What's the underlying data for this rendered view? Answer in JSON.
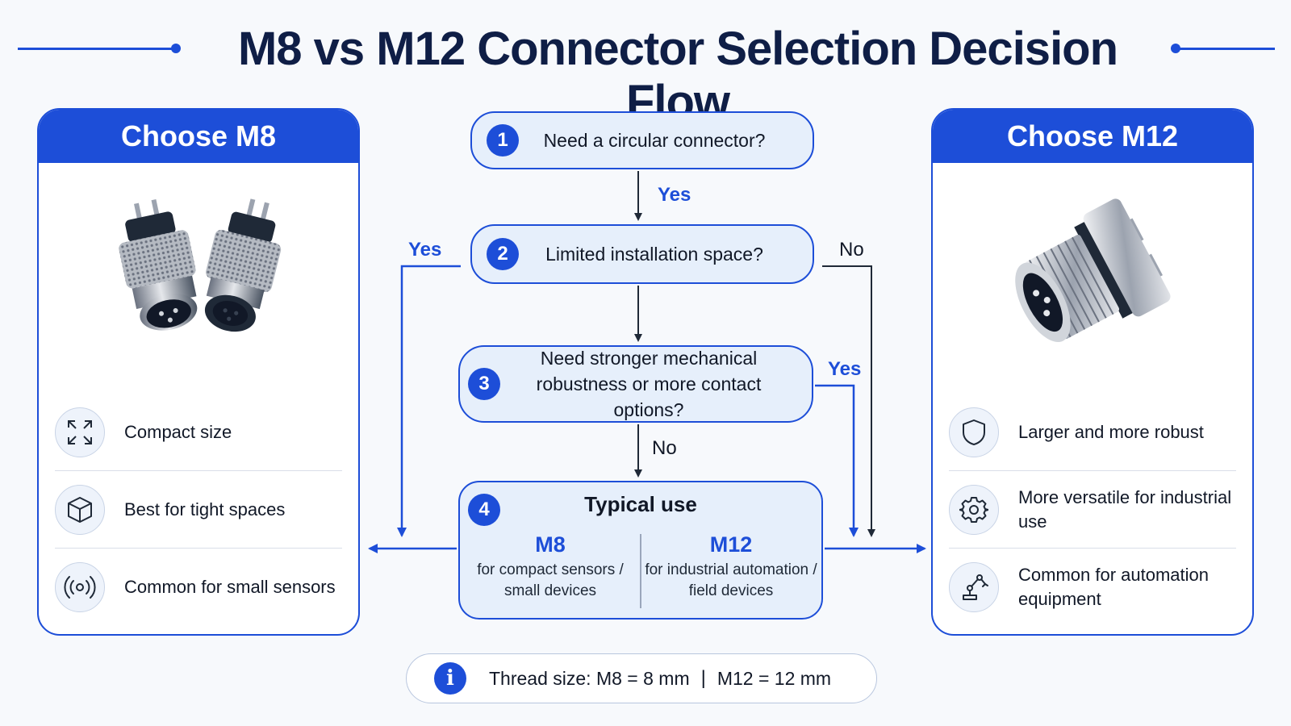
{
  "title": "M8 vs M12 Connector Selection Decision Flow",
  "left_panel": {
    "heading": "Choose M8",
    "features": [
      {
        "icon": "expand-arrows-icon",
        "text": "Compact size"
      },
      {
        "icon": "cube-icon",
        "text": "Best for tight spaces"
      },
      {
        "icon": "signal-waves-icon",
        "text": "Common for small sensors"
      }
    ]
  },
  "right_panel": {
    "heading": "Choose M12",
    "features": [
      {
        "icon": "shield-icon",
        "text": "Larger and more robust"
      },
      {
        "icon": "gear-icon",
        "text": "More versatile for industrial use"
      },
      {
        "icon": "robot-arm-icon",
        "text": "Common for automation equipment"
      }
    ]
  },
  "steps": [
    {
      "num": "1",
      "text": "Need a circular connector?"
    },
    {
      "num": "2",
      "text": "Limited installation space?"
    },
    {
      "num": "3",
      "text": "Need stronger mechanical robustness or more contact options?"
    },
    {
      "num": "4",
      "text": "Typical use"
    }
  ],
  "typical_use": {
    "m8": {
      "label": "M8",
      "desc_line1": "for compact sensors /",
      "desc_line2": "small devices"
    },
    "m12": {
      "label": "M12",
      "desc_line1": "for industrial automation /",
      "desc_line2": "field devices"
    }
  },
  "flow_labels": {
    "s1_yes": "Yes",
    "s2_yes": "Yes",
    "s2_no": "No",
    "s3_yes": "Yes",
    "s3_no": "No"
  },
  "info": {
    "text_m8": "Thread size: M8 = 8 mm",
    "separator": "|",
    "text_m12": "M12 = 12 mm"
  },
  "colors": {
    "accent": "#1d4ed8",
    "title": "#0f1e46",
    "box_fill": "#e6effb"
  }
}
